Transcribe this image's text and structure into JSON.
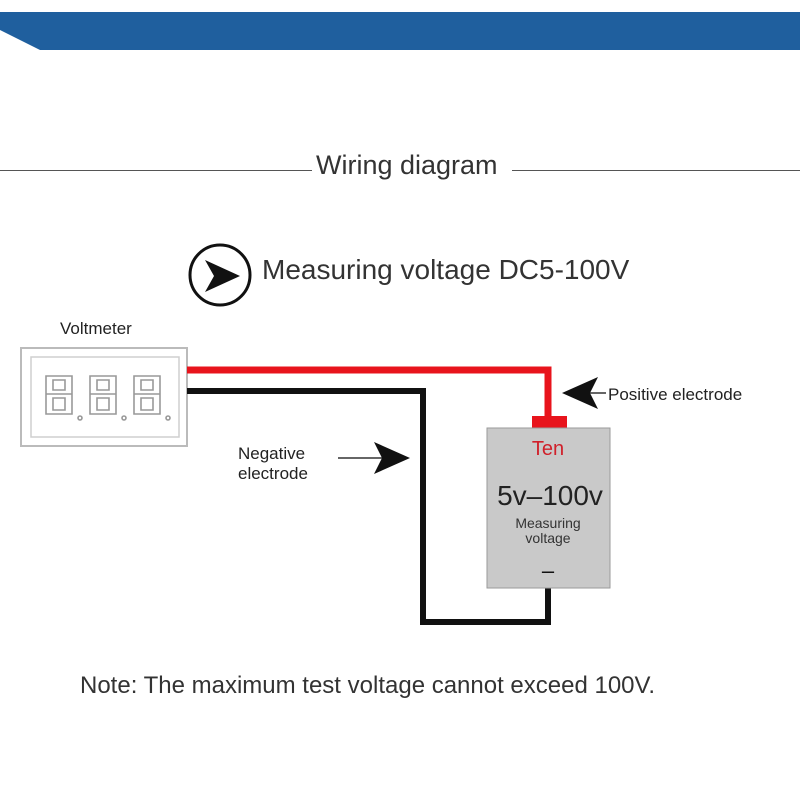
{
  "banner": {
    "color": "#1f5f9e"
  },
  "section_title": "Wiring diagram",
  "heading": "Measuring voltage DC5-100V",
  "icons": {
    "heading_marker": "play-arrow-circle-icon",
    "pointer": "arrowhead-icon"
  },
  "voltmeter": {
    "label": "Voltmeter"
  },
  "positive_label": "Positive electrode",
  "negative_label": [
    "Negative",
    "electrode"
  ],
  "source": {
    "terminal_label": "Ten",
    "range": "5v–100v",
    "caption": [
      "Measuring",
      "voltage"
    ],
    "minus_sign": "–"
  },
  "colors": {
    "positive_wire": "#e8141c",
    "negative_wire": "#111111",
    "source_box": "#c9c9c9"
  },
  "note": "Note: The maximum test voltage cannot exceed 100V."
}
